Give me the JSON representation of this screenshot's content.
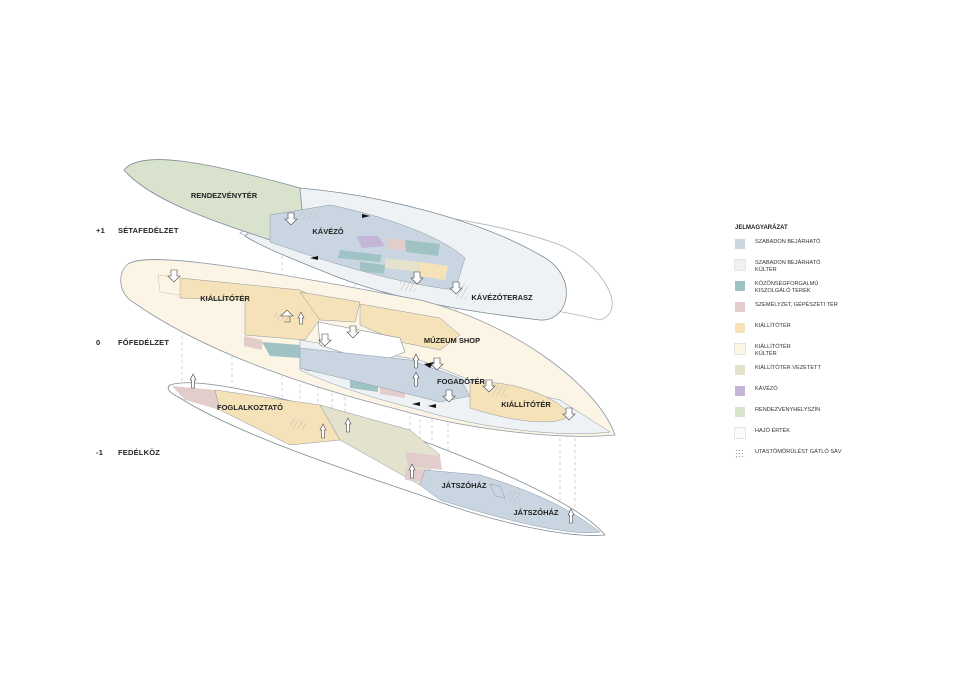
{
  "levels": [
    {
      "number": "+1",
      "name": "SÉTAFEDÉLZET"
    },
    {
      "number": "0",
      "name": "FŐFEDÉLZET"
    },
    {
      "number": "-1",
      "name": "FEDÉLKÖZ"
    }
  ],
  "rooms": {
    "rendezvenyter": "RENDEZVÉNYTÉR",
    "kavezo": "KÁVÉZÓ",
    "kavezoterasz": "KÁVÉZÓTERASZ",
    "kiallitoter_main_left": "KIÁLLÍTÓTÉR",
    "muzeum_shop": "MÚZEUM SHOP",
    "fogadoter": "FOGADÓTÉR",
    "kiallitoter_main_right": "KIÁLLÍTÓTÉR",
    "foglalkoztato": "FOGLALKOZTATÓ",
    "jatszohaz_1": "JÁTSZÓHÁZ",
    "jatszohaz_2": "JÁTSZÓHÁZ"
  },
  "legend": {
    "title": "JELMAGYARÁZAT",
    "items": [
      {
        "label": "SZABADON BEJÁRHATÓ",
        "color": "#c9d6e2"
      },
      {
        "label": "SZABADON BEJÁRHATÓ\nKÜLTÉR",
        "color": "#eef2f5"
      },
      {
        "label": "KÖZÖNSÉGFORGALMÚ\nKISZOLGÁLÓ TEREK",
        "color": "#9fc3c4"
      },
      {
        "label": "SZEMÉLYZET, GÉPÉSZETI TÉR",
        "color": "#e3cccc"
      },
      {
        "label": "KIÁLLÍTÓTÉR",
        "color": "#f5e2b8"
      },
      {
        "label": "KIÁLLÍTÓTÉR\nKÜLTÉR",
        "color": "#fcf4e4"
      },
      {
        "label": "KIÁLLÍTÓTÉR VEZETETT",
        "color": "#e4e1cc"
      },
      {
        "label": "KÁVÉZÓ",
        "color": "#c4b6d8"
      },
      {
        "label": "RENDEZVÉNYHELYSZÍN",
        "color": "#d9e2cd"
      },
      {
        "label": "HAJÓ ÉRTÉK",
        "color": "#fbfbfb"
      },
      {
        "label": "UTASTÖMÖRÜLÉST GÁTLÓ SÁV",
        "color": "dots"
      }
    ]
  }
}
